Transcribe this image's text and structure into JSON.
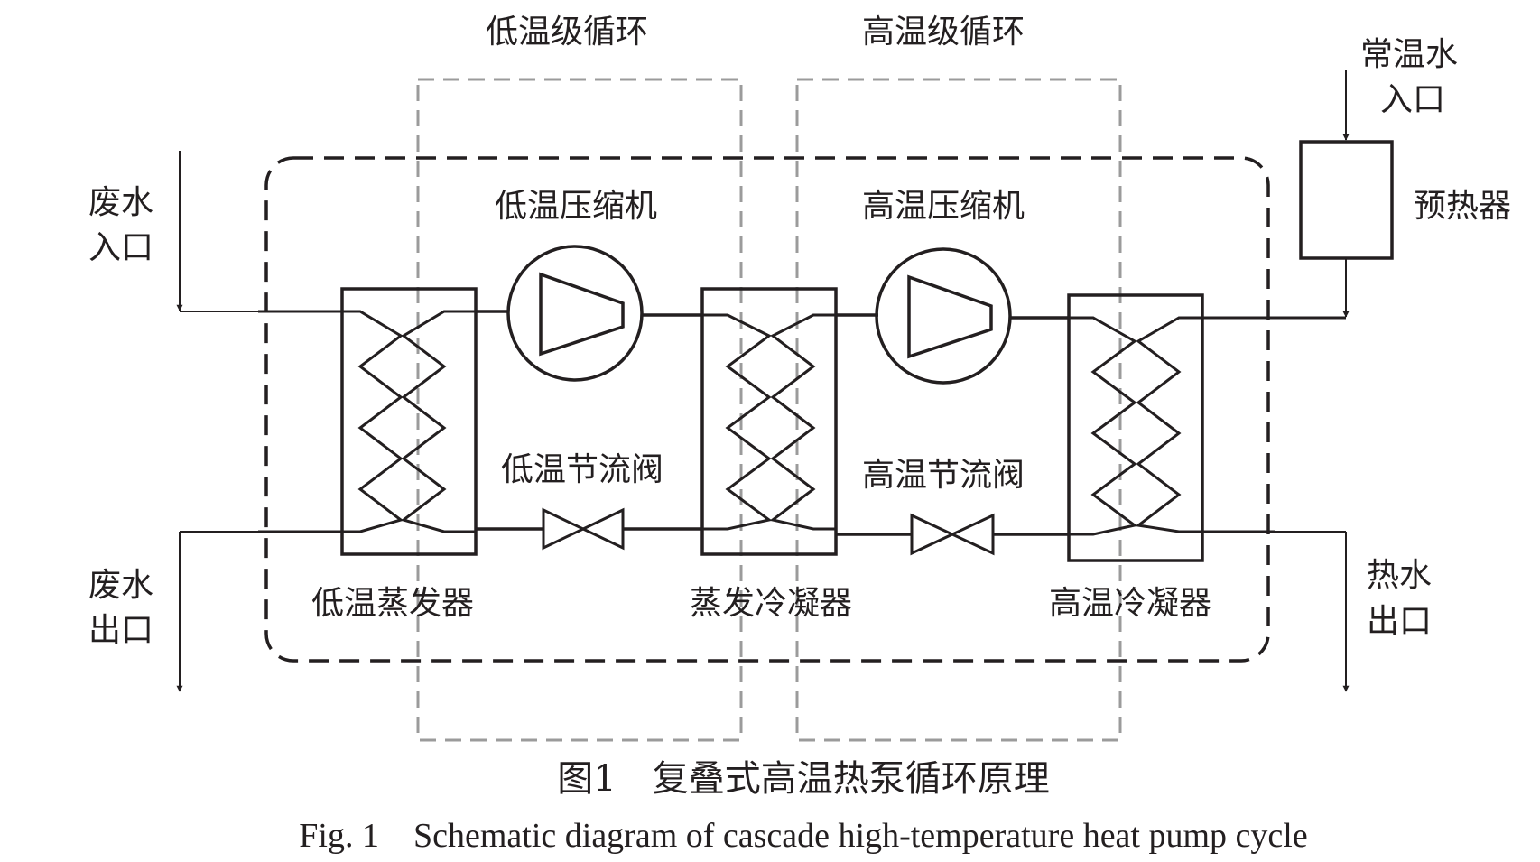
{
  "diagram": {
    "loops": {
      "low_stage": "低温级循环",
      "high_stage": "高温级循环"
    },
    "components": {
      "low_compressor": "低温压缩机",
      "high_compressor": "高温压缩机",
      "low_throttle_valve": "低温节流阀",
      "high_throttle_valve": "高温节流阀",
      "low_evaporator": "低温蒸发器",
      "evaporator_condenser": "蒸发冷凝器",
      "high_condenser": "高温冷凝器",
      "preheater": "预热器"
    },
    "streams": {
      "wastewater_inlet": [
        "废水",
        "入口"
      ],
      "wastewater_outlet": [
        "废水",
        "出口"
      ],
      "ambient_water_inlet": [
        "常温水",
        "入口"
      ],
      "hot_water_outlet": [
        "热水",
        "出口"
      ]
    },
    "colors": {
      "line": "#231f20",
      "stage_box": "#9b9b9b"
    }
  },
  "caption": {
    "chinese": "图1　复叠式高温热泵循环原理",
    "english": "Fig. 1    Schematic diagram of cascade high-temperature heat pump cycle"
  }
}
